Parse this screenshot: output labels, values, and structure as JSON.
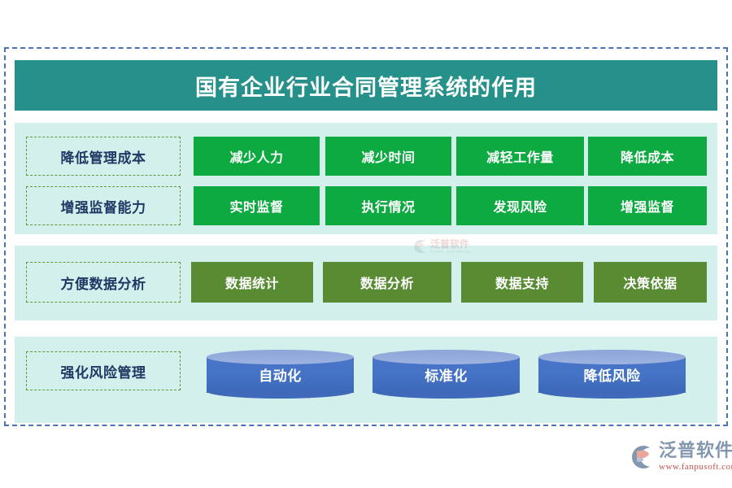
{
  "title": {
    "text": "国有企业行业合同管理系统的作用"
  },
  "colors": {
    "title_bar": "#26918A",
    "panel_bg": "#D4F0EC",
    "card_green": "#0CAA41",
    "card_olive": "#598B33",
    "cylinder_blue": "#4472C4",
    "label_text": "#1F3864",
    "label_border": "#5F9B38",
    "outer_border": "#4A72B8"
  },
  "sections": [
    {
      "id": "section-cost-and-supervision",
      "rows": [
        {
          "label": "降低管理成本",
          "style": "green",
          "cards": [
            "减少人力",
            "减少时间",
            "减轻工作量",
            "降低成本"
          ]
        },
        {
          "label": "增强监督能力",
          "style": "green",
          "cards": [
            "实时监督",
            "执行情况",
            "发现风险",
            "增强监督"
          ]
        }
      ]
    },
    {
      "id": "section-data-analysis",
      "rows": [
        {
          "label": "方便数据分析",
          "style": "olive",
          "cards": [
            "数据统计",
            "数据分析",
            "数据支持",
            "决策依据"
          ]
        }
      ]
    },
    {
      "id": "section-risk-management",
      "rows": [
        {
          "label": "强化风险管理",
          "style": "cylinder",
          "cards": [
            "自动化",
            "标准化",
            "降低风险"
          ]
        }
      ]
    }
  ],
  "watermark": {
    "cn": "泛普软件",
    "en": "FANPU SOFTWARE"
  },
  "logo": {
    "cn": "泛普软件",
    "url": "www.fanpusoft.com"
  }
}
